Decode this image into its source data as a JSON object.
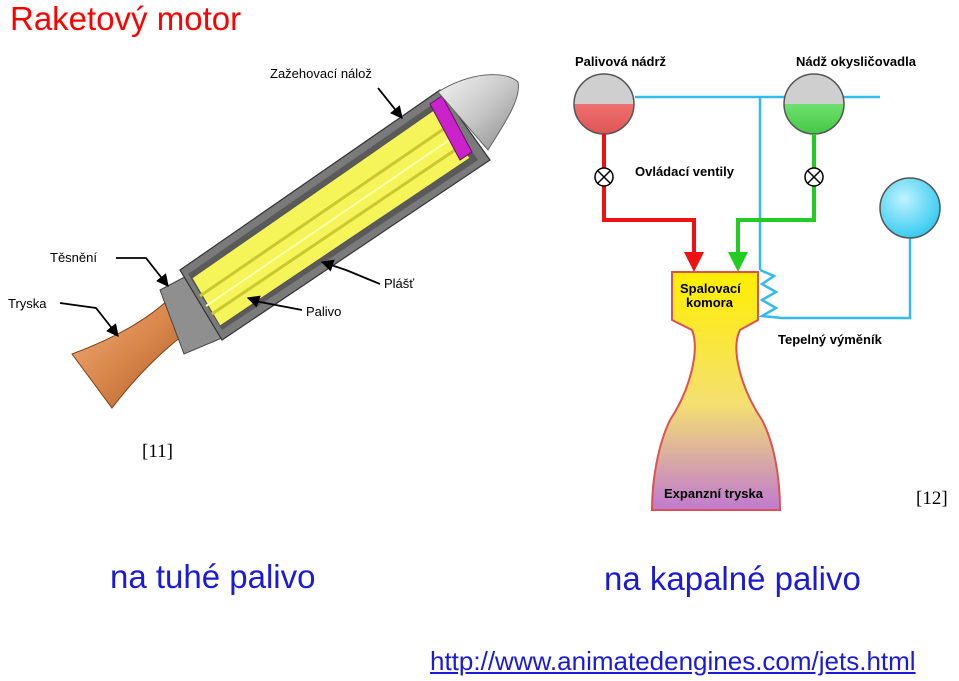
{
  "slide": {
    "title": "Raketový motor"
  },
  "solid_rocket": {
    "labels": {
      "igniter": "Zažehovací nálož",
      "seal": "Těsnění",
      "nozzle": "Tryska",
      "casing": "Plášť",
      "fuel": "Palivo"
    },
    "reference": "[11]"
  },
  "liquid_rocket": {
    "labels": {
      "fuel_tank": "Palivová nádrž",
      "oxidizer_tank": "Nádž okysličovadla",
      "valves": "Ovládací ventily",
      "chamber_line1": "Spalovací",
      "chamber_line2": "komora",
      "heat_exchanger": "Tepelný výměník",
      "expansion_nozzle": "Expanzní tryska"
    },
    "reference": "[12]"
  },
  "captions": {
    "solid": "na tuhé palivo",
    "liquid": "na kapalné palivo"
  },
  "source_link": "http://www.animatedengines.com/jets.html",
  "colors": {
    "title": "#ff0000",
    "caption": "#1a1ad8",
    "fuel_line": "#ee1111",
    "oxidizer_line": "#22cc22",
    "coolant_line": "#33bbee",
    "solid_fuel": "#f5f55a",
    "casing_gray": "#9a9a9a",
    "nozzle_copper": "#d9864a",
    "igniter_magenta": "#cc22cc"
  },
  "icons": [
    "valve-icon",
    "tank-icon",
    "heat-exchanger-icon"
  ]
}
